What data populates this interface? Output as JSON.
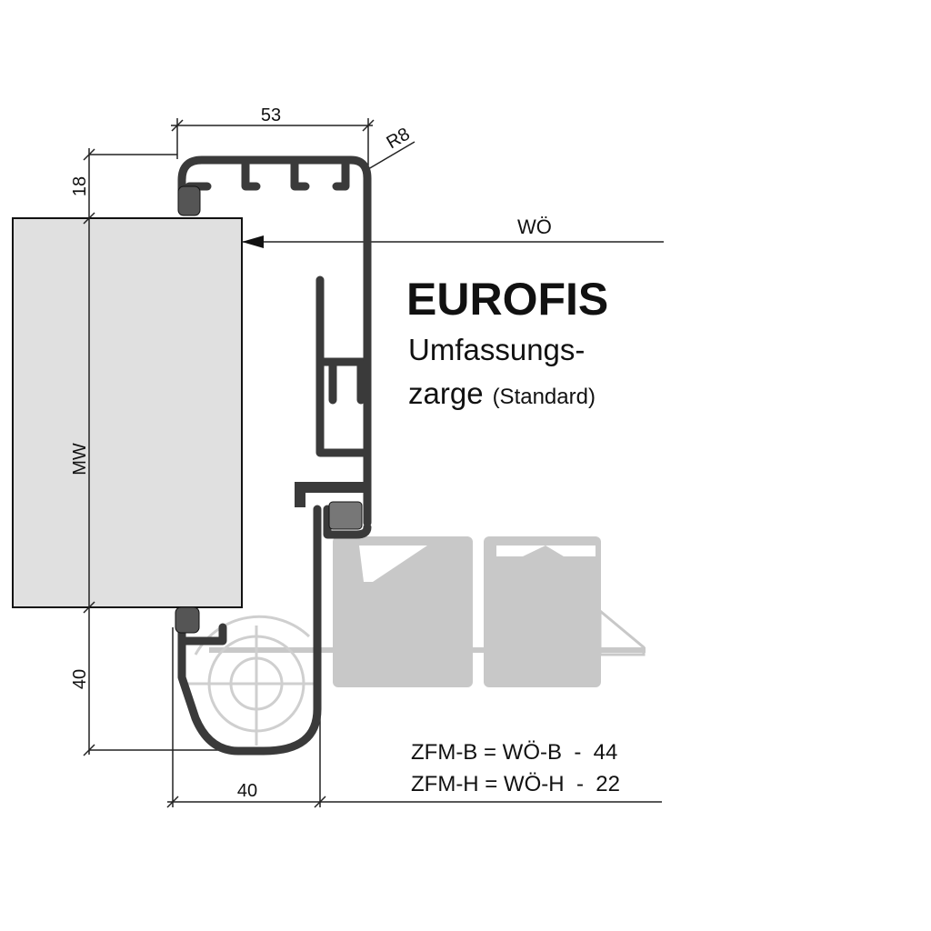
{
  "title": "EUROFIS",
  "subtitle_line1": "Umfassungs-",
  "subtitle_line2": "zarge",
  "subtitle_note": "(Standard)",
  "dimensions": {
    "top_width": "53",
    "radius": "R8",
    "top_offset": "18",
    "wall_thickness": "MW",
    "left_bottom": "40",
    "bottom_width": "40",
    "opening": "WÖ"
  },
  "formulas": [
    "ZFM-B = WÖ-B  -  44",
    "ZFM-H = WÖ-H  -  22"
  ],
  "colors": {
    "profile": "#3a3a3a",
    "wall": "#e0e0e0",
    "ghost": "#c8c8c8"
  }
}
